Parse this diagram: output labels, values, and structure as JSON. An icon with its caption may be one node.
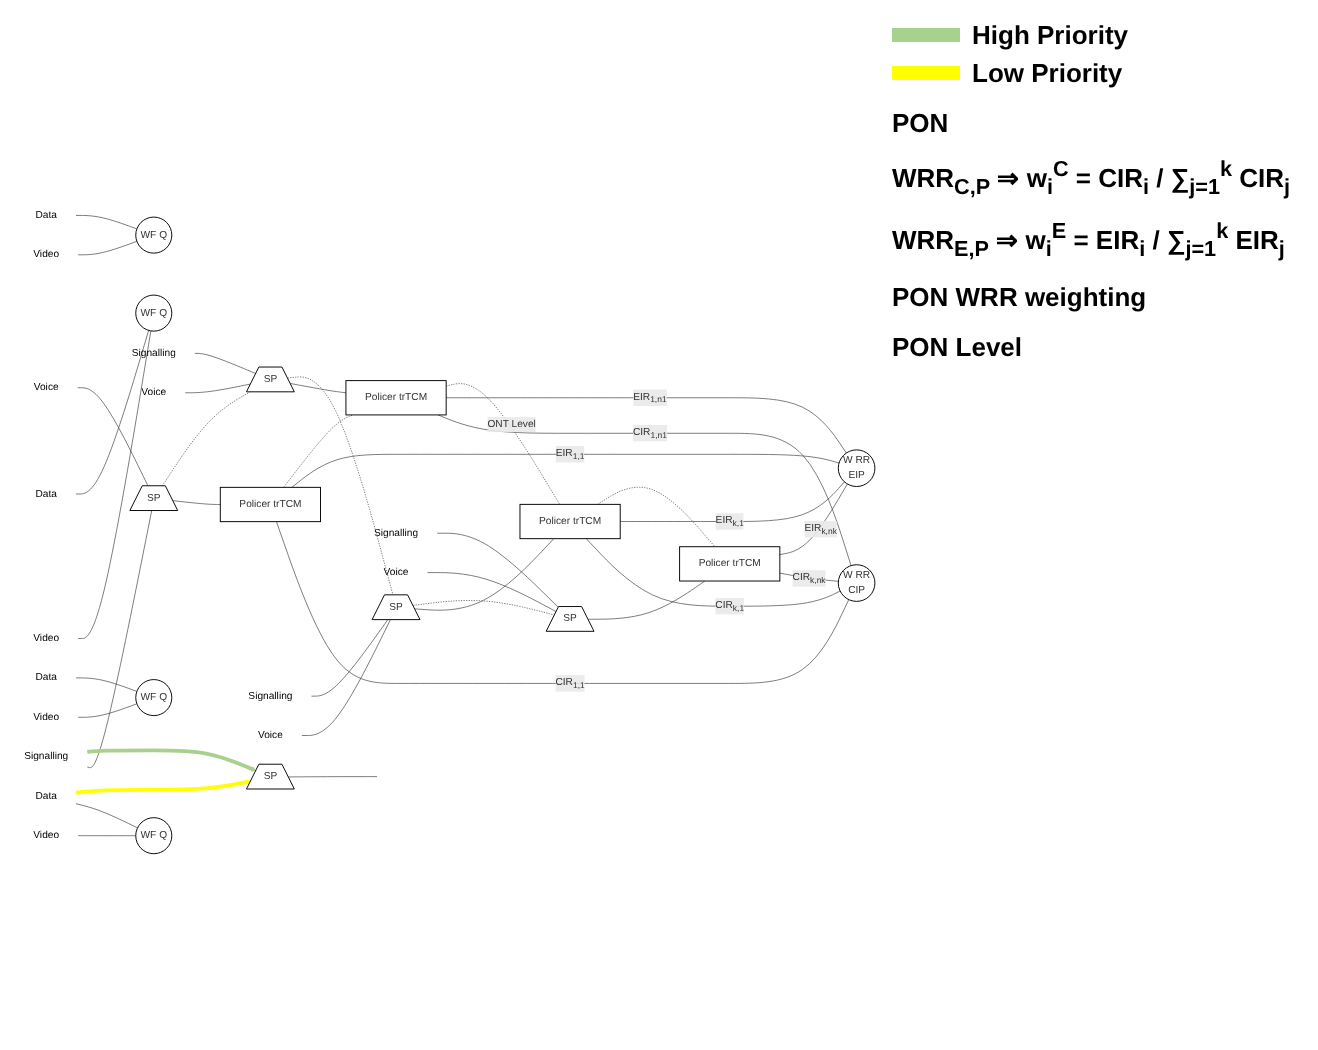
{
  "diagram": {
    "nodes": [
      {
        "text": [
          "Signalling"
        ]
      },
      {
        "text": [
          "Voice"
        ]
      },
      {
        "text": [
          "Video"
        ]
      },
      {
        "text": [
          "Data"
        ]
      },
      {
        "text": [
          "SP"
        ]
      },
      {
        "text": [
          "WF Q"
        ]
      },
      {
        "text": [
          "Policer trTCM"
        ]
      },
      {
        "text": [
          "Signalling"
        ]
      },
      {
        "text": [
          "Voice"
        ]
      },
      {
        "text": [
          "Video"
        ]
      },
      {
        "text": [
          "Data"
        ]
      },
      {
        "text": [
          "SP"
        ]
      },
      {
        "text": [
          "WF Q"
        ]
      },
      {
        "text": [
          "Policer trTCM"
        ]
      },
      {
        "text": [
          "Signalling"
        ]
      },
      {
        "text": [
          "Voice"
        ]
      },
      {
        "text": [
          "Video"
        ]
      },
      {
        "text": [
          "Data"
        ]
      },
      {
        "text": [
          "SP"
        ]
      },
      {
        "text": [
          "WF Q"
        ]
      },
      {
        "text": [
          "Policer trTCM"
        ]
      },
      {
        "text": [
          "Signalling"
        ]
      },
      {
        "text": [
          "Voice"
        ]
      },
      {
        "text": [
          "Video"
        ]
      },
      {
        "text": [
          "Data"
        ]
      },
      {
        "text": [
          "SP"
        ]
      },
      {
        "text": [
          "WF Q"
        ]
      },
      {
        "text": [
          "Policer trTCM"
        ]
      },
      {
        "text": [
          "W RR",
          "CIP"
        ]
      },
      {
        "text": [
          "W RR",
          "EIP"
        ]
      },
      {
        "text": [
          "SP"
        ]
      }
    ],
    "edges": [
      {
        "from": 0,
        "to": 4,
        "arrow": "none"
      },
      {
        "from": 1,
        "to": 4,
        "arrow": "none"
      },
      {
        "from": 2,
        "to": 5,
        "arrow": "none"
      },
      {
        "from": 3,
        "to": 5,
        "arrow": "none"
      },
      {
        "from": 4,
        "to": 6,
        "arrow": "none"
      },
      {
        "from": 6,
        "to": 28,
        "label": "CIR$_{1,1}$",
        "arrow": "none"
      },
      {
        "from": 6,
        "to": 29,
        "label": "EIR$_{1,1}$",
        "arrow": "none"
      },
      {
        "from": 7,
        "to": 11,
        "arrow": "none"
      },
      {
        "from": 8,
        "to": 11,
        "arrow": "none"
      },
      {
        "from": 9,
        "to": 12,
        "arrow": "none"
      },
      {
        "from": 10,
        "to": 12,
        "arrow": "none"
      },
      {
        "from": 11,
        "to": 13,
        "arrow": "none"
      },
      {
        "from": 13,
        "to": 28,
        "label": "CIR$_{1,n1}$",
        "arrow": "none"
      },
      {
        "from": 13,
        "to": 29,
        "label": "EIR$_{1,n1}$",
        "arrow": "none"
      },
      {
        "from": 14,
        "to": 18,
        "arrow": "none"
      },
      {
        "from": 15,
        "to": 18,
        "arrow": "none"
      },
      {
        "from": 16,
        "to": 19,
        "arrow": "none"
      },
      {
        "from": 17,
        "to": 19,
        "arrow": "none"
      },
      {
        "from": 18,
        "to": 20,
        "arrow": "none"
      },
      {
        "from": 20,
        "to": 28,
        "label": "CIR$_{k,1}$",
        "arrow": "none"
      },
      {
        "from": 20,
        "to": 29,
        "label": "EIR$_{k,1}$",
        "arrow": "none"
      },
      {
        "from": 21,
        "to": 25,
        "arrow": "none"
      },
      {
        "from": 22,
        "to": 25,
        "arrow": "none"
      },
      {
        "from": 23,
        "to": 26,
        "arrow": "none"
      },
      {
        "from": 24,
        "to": 26,
        "arrow": "none"
      },
      {
        "from": 25,
        "to": 27,
        "arrow": "none"
      },
      {
        "from": 27,
        "to": 28,
        "label": "CIR$_{k,nk}$",
        "arrow": "none"
      },
      {
        "from": 27,
        "to": 29,
        "label": "EIR$_{k,nk}$",
        "arrow": "none"
      },
      {
        "from": 4,
        "to": 11,
        "arrow": "none",
        "style": "dashed"
      },
      {
        "from": 11,
        "to": 18,
        "arrow": "none",
        "style": "dashed"
      },
      {
        "from": 18,
        "to": 25,
        "arrow": "none",
        "style": "dashed"
      },
      {
        "from": 6,
        "to": 13,
        "arrow": "none",
        "style": "dashed"
      },
      {
        "from": 13,
        "to": 20,
        "label": "ONT Level",
        "arrow": "none",
        "style": "dashed"
      },
      {
        "from": 20,
        "to": 27,
        "arrow": "none",
        "style": "dashed"
      },
      {
        "from": 30,
        "to": null,
        "arrow": "none"
      },
      {
        "from": 0,
        "to": 30,
        "arrow": "to",
        "style": "thick",
        "color": "#a9d18e"
      },
      {
        "from": 24,
        "to": 30,
        "arrow": "to",
        "style": "thick",
        "color": "#ffff00"
      }
    ],
    "labels": [
      "PON",
      "WRR$_{C,P}$ ⇒ w$_{i}$$^{C}$ = CIR$_{i}$ / ∑$_{j=1}$$^{k}$ CIR$_{j}$",
      "WRR$_{E,P}$ ⇒ w$_{i}$$^{E}$ = EIR$_{i}$ / ∑$_{j=1}$$^{k}$ EIR$_{j}$",
      "PON WRR weighting",
      "PON Level"
    ],
    "legend": [
      {
        "text": "High Priority",
        "color": "#a9d18e"
      },
      {
        "text": "Low Priority",
        "color": "#ffff00"
      }
    ]
  }
}
